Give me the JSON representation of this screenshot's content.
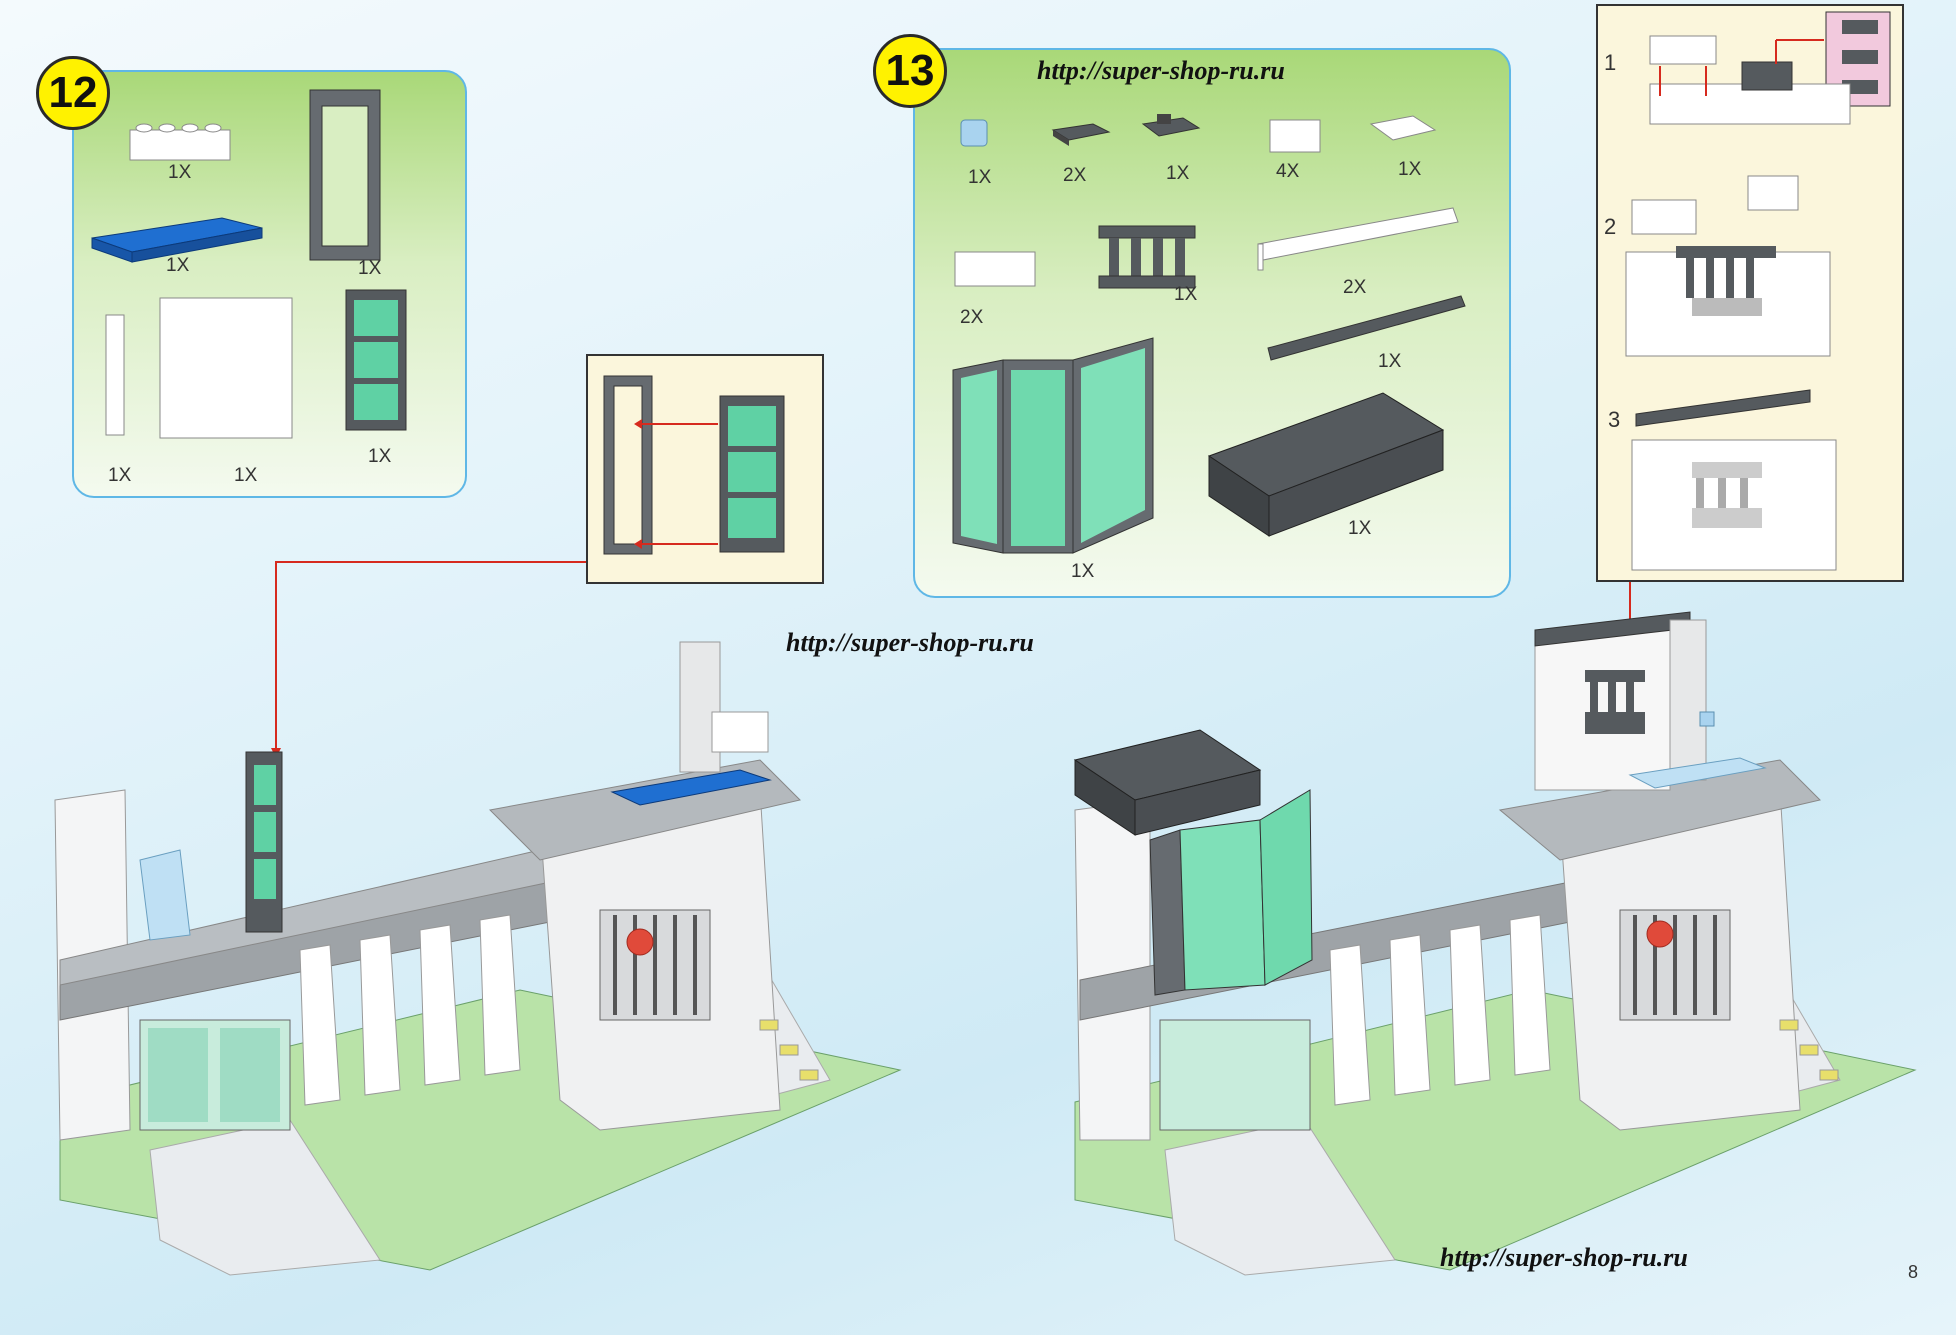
{
  "steps": {
    "step12": {
      "number": "12",
      "parts": [
        {
          "name": "white-brick-1x4",
          "qty": "1X"
        },
        {
          "name": "door-frame",
          "qty": "1X"
        },
        {
          "name": "blue-plate-2x6",
          "qty": "1X"
        },
        {
          "name": "white-column-1x1",
          "qty": "1X"
        },
        {
          "name": "white-wall-panel",
          "qty": "1X"
        },
        {
          "name": "green-door",
          "qty": "1X"
        }
      ]
    },
    "step13": {
      "number": "13",
      "parts": [
        {
          "name": "light-blue-cup",
          "qty": "1X"
        },
        {
          "name": "dark-plate-1x2",
          "qty": "2X"
        },
        {
          "name": "dark-clip-plate",
          "qty": "1X"
        },
        {
          "name": "white-brick-1x2",
          "qty": "4X"
        },
        {
          "name": "white-tile-2x2",
          "qty": "1X"
        },
        {
          "name": "white-brick-1x3",
          "qty": "2X"
        },
        {
          "name": "dark-fence",
          "qty": "1X"
        },
        {
          "name": "white-brick-1x8",
          "qty": "2X"
        },
        {
          "name": "dark-tile-1x8",
          "qty": "1X"
        },
        {
          "name": "corner-window",
          "qty": "1X"
        },
        {
          "name": "dark-brick-4x8",
          "qty": "1X"
        }
      ]
    }
  },
  "substeps": [
    "1",
    "2",
    "3"
  ],
  "watermarks": {
    "top": "http://super-shop-ru.ru",
    "middle": "http://super-shop-ru.ru",
    "bottom": "http://super-shop-ru.ru"
  },
  "page_number": "8",
  "colors": {
    "badge": "#fff200",
    "panel_border": "#5fb7e6",
    "arrow": "#d62a1e",
    "blue_plate": "#1f6fd1",
    "window_green": "#5fd1a4",
    "dark_gray": "#555a5e"
  }
}
